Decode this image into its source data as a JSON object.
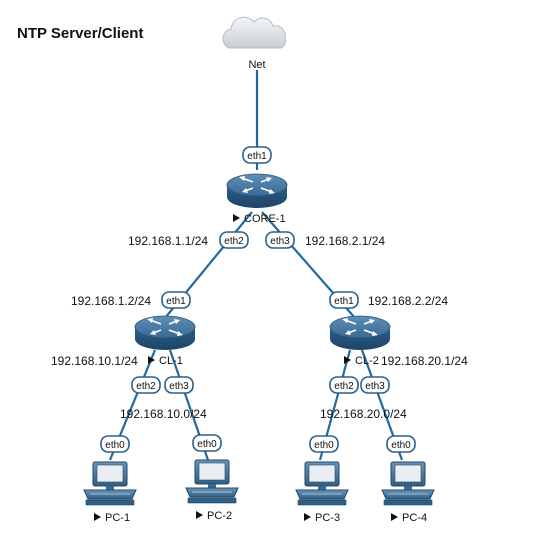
{
  "title": "NTP Server/Client",
  "cloud": {
    "label": "Net"
  },
  "routers": {
    "core": {
      "label": "CORE-1"
    },
    "cl1": {
      "label": "CL-1"
    },
    "cl2": {
      "label": "CL-2"
    }
  },
  "pcs": {
    "pc1": {
      "label": "PC-1"
    },
    "pc2": {
      "label": "PC-2"
    },
    "pc3": {
      "label": "PC-3"
    },
    "pc4": {
      "label": "PC-4"
    }
  },
  "ports": {
    "core_eth1": "eth1",
    "core_eth2": "eth2",
    "core_eth3": "eth3",
    "cl1_eth1": "eth1",
    "cl1_eth2": "eth2",
    "cl1_eth3": "eth3",
    "cl2_eth1": "eth1",
    "cl2_eth2": "eth2",
    "cl2_eth3": "eth3",
    "pc1_eth0": "eth0",
    "pc2_eth0": "eth0",
    "pc3_eth0": "eth0",
    "pc4_eth0": "eth0"
  },
  "ips": {
    "core_left": "192.168.1.1/24",
    "core_right": "192.168.2.1/24",
    "cl1_up": "192.168.1.2/24",
    "cl2_up": "192.168.2.2/24",
    "cl1_lan": "192.168.10.1/24",
    "cl2_lan": "192.168.20.1/24",
    "net10": "192.168.10.0/24",
    "net20": "192.168.20.0/24"
  },
  "colors": {
    "link": "#1f6aa0",
    "router_body": "#2f5f86",
    "cloud": "#dfe3e8"
  }
}
